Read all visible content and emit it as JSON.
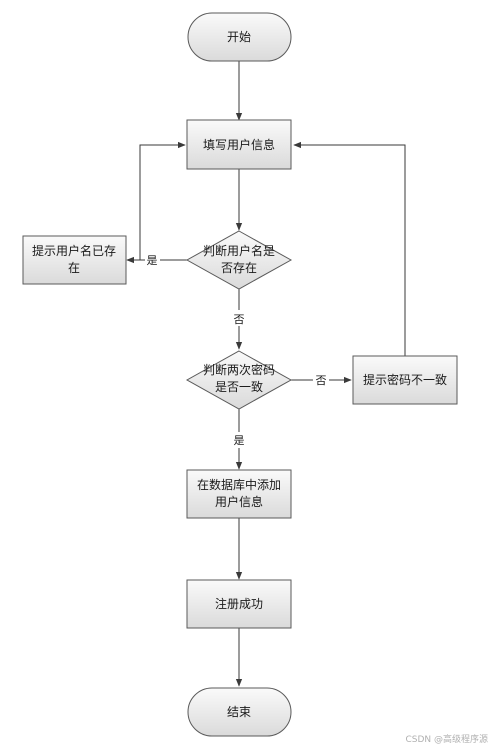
{
  "nodes": {
    "start": "开始",
    "fill_info": "填写用户信息",
    "check_name_l1": "判断用户名是",
    "check_name_l2": "否存在",
    "name_exists_l1": "提示用户名已存",
    "name_exists_l2": "在",
    "check_pwd_l1": "判断两次密码",
    "check_pwd_l2": "是否一致",
    "pwd_mismatch": "提示密码不一致",
    "add_user_l1": "在数据库中添加",
    "add_user_l2": "用户信息",
    "register_success": "注册成功",
    "end": "结束"
  },
  "edges": {
    "name_yes": "是",
    "name_no": "否",
    "pwd_no": "否",
    "pwd_yes": "是"
  },
  "watermark": "CSDN @高级程序源",
  "colors": {
    "node_top": "#fafafa",
    "node_bottom": "#d9d9d9",
    "stroke": "#5a5a5a",
    "edge": "#3a3a3a"
  }
}
